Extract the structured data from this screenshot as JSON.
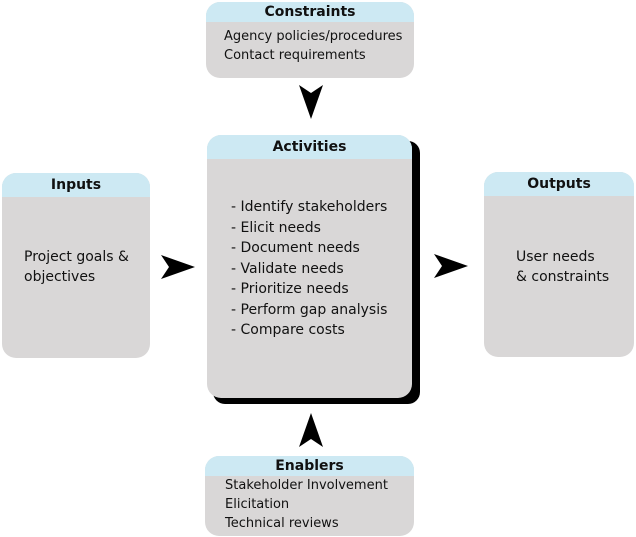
{
  "constraints": {
    "title": "Constraints",
    "lines": [
      "Agency policies/procedures",
      "Contact requirements"
    ]
  },
  "activities": {
    "title": "Activities",
    "lines": [
      "- Identify stakeholders",
      "- Elicit needs",
      "- Document needs",
      "- Validate needs",
      "- Prioritize needs",
      "- Perform gap analysis",
      "- Compare costs"
    ]
  },
  "inputs": {
    "title": "Inputs",
    "lines": [
      "Project goals &",
      "objectives"
    ]
  },
  "outputs": {
    "title": "Outputs",
    "lines": [
      "User needs",
      "& constraints"
    ]
  },
  "enablers": {
    "title": "Enablers",
    "lines": [
      "Stakeholder Involvement",
      "Elicitation",
      "Technical reviews"
    ]
  },
  "colors": {
    "box_fill": "#d9d7d7",
    "header_fill": "#cde9f3",
    "arrow": "#000000",
    "shadow": "#000000"
  }
}
